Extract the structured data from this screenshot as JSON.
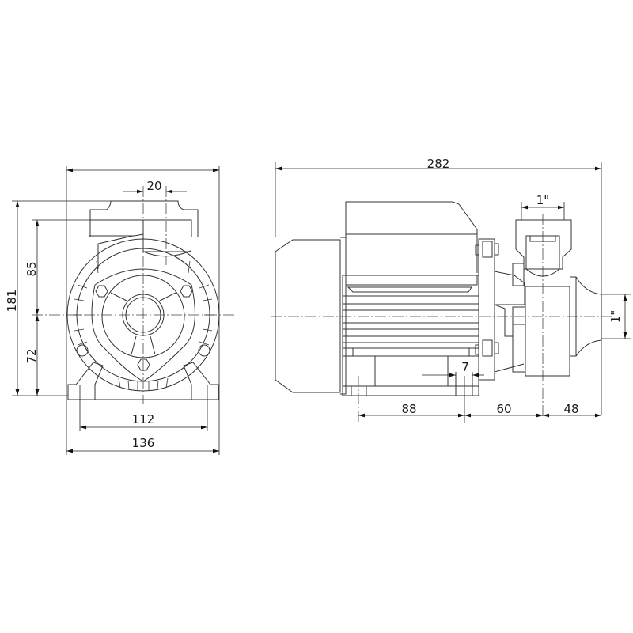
{
  "front_view": {
    "dim_outlet_offset": "20",
    "dim_center_to_top": "85",
    "dim_total_height": "181",
    "dim_center_to_base": "72",
    "dim_foot_spacing": "112",
    "dim_total_width": "136"
  },
  "side_view": {
    "dim_total_length": "282",
    "dim_outlet_size": "1\"",
    "dim_inlet_size": "1\"",
    "dim_foot_hole": "7",
    "dim_foot_to_foot": "88",
    "dim_foot_to_outlet": "60",
    "dim_outlet_to_inlet": "48"
  }
}
